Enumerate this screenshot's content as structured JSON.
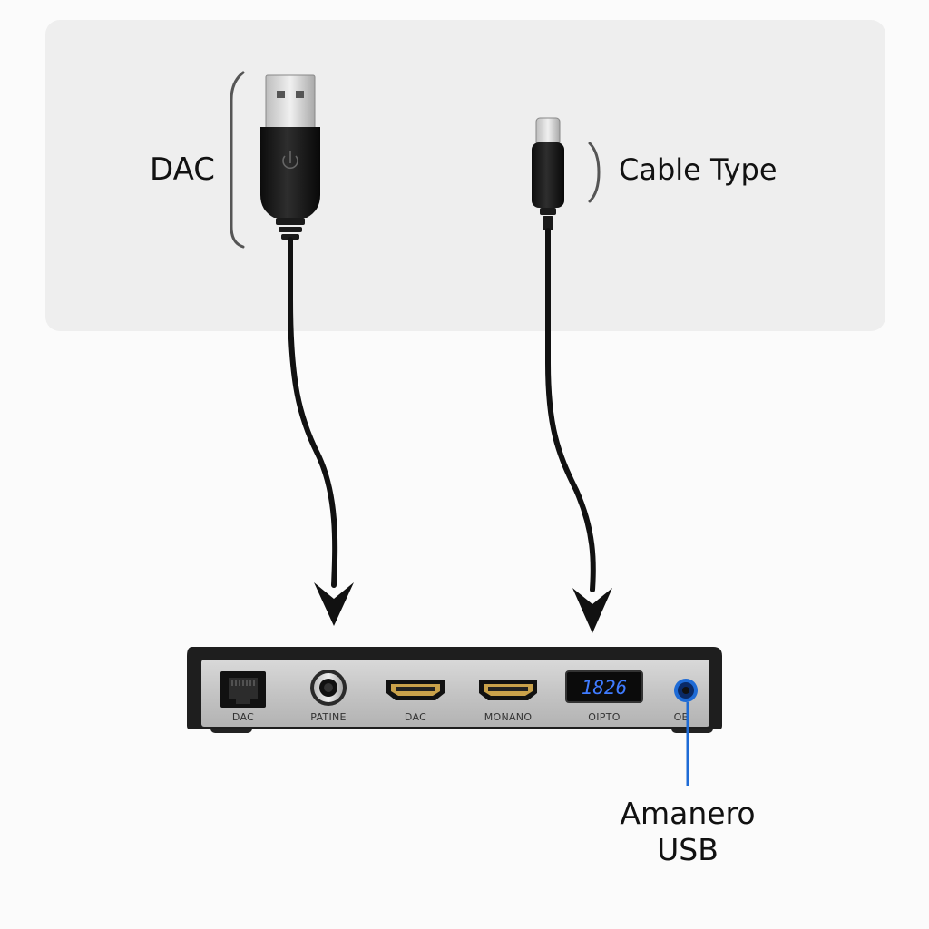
{
  "labels": {
    "left_cable": "DAC",
    "right_cable": "Cable Type",
    "output_line1": "Amanero",
    "output_line2": "USB"
  },
  "device": {
    "ports": [
      {
        "icon": "ethernet-port-icon",
        "label": "DAC"
      },
      {
        "icon": "audio-jack-icon",
        "label": "PATINE"
      },
      {
        "icon": "hdmi-port-icon",
        "label": "DAC"
      },
      {
        "icon": "hdmi-port-icon",
        "label": "MONANO"
      },
      {
        "icon": "display-icon",
        "label": "OIPTO",
        "display_value": "1826"
      },
      {
        "icon": "optical-port-icon",
        "label": "OB"
      }
    ]
  },
  "colors": {
    "panel": "#eeeeee",
    "cable": "#111111",
    "device_body": "#1e1e1e",
    "device_face": "#c9c9c9",
    "display_text": "#3f7bff",
    "output_line": "#1e6bd6"
  }
}
